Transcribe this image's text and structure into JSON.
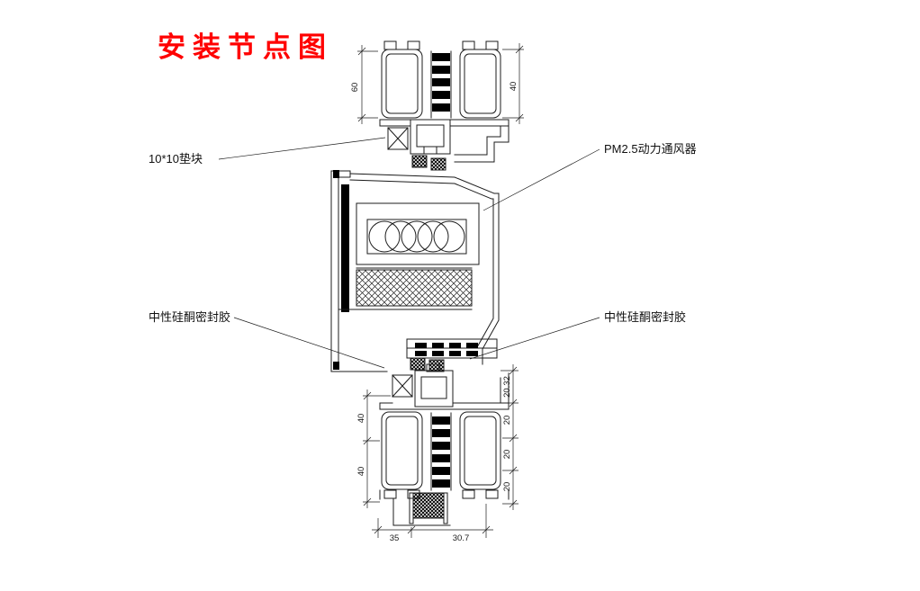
{
  "page": {
    "background": "#ffffff",
    "line_color": "#1c1c1c"
  },
  "title": {
    "text": "安装节点图",
    "color": "#ff0000"
  },
  "callouts": {
    "spacer_block": "10*10垫块",
    "ventilator": "PM2.5动力通风器",
    "sealant_left": "中性硅酮密封胶",
    "sealant_right": "中性硅酮密封胶"
  },
  "dimensions": {
    "top_left_height": "60",
    "top_right_height": "40",
    "bottom_left_upper": "40",
    "bottom_left_lower": "40",
    "bottom_right_1": "20.32",
    "bottom_right_2": "20",
    "bottom_right_3": "20",
    "bottom_right_4": "20",
    "bottom_width_left": "35",
    "bottom_width_right": "30.7"
  }
}
